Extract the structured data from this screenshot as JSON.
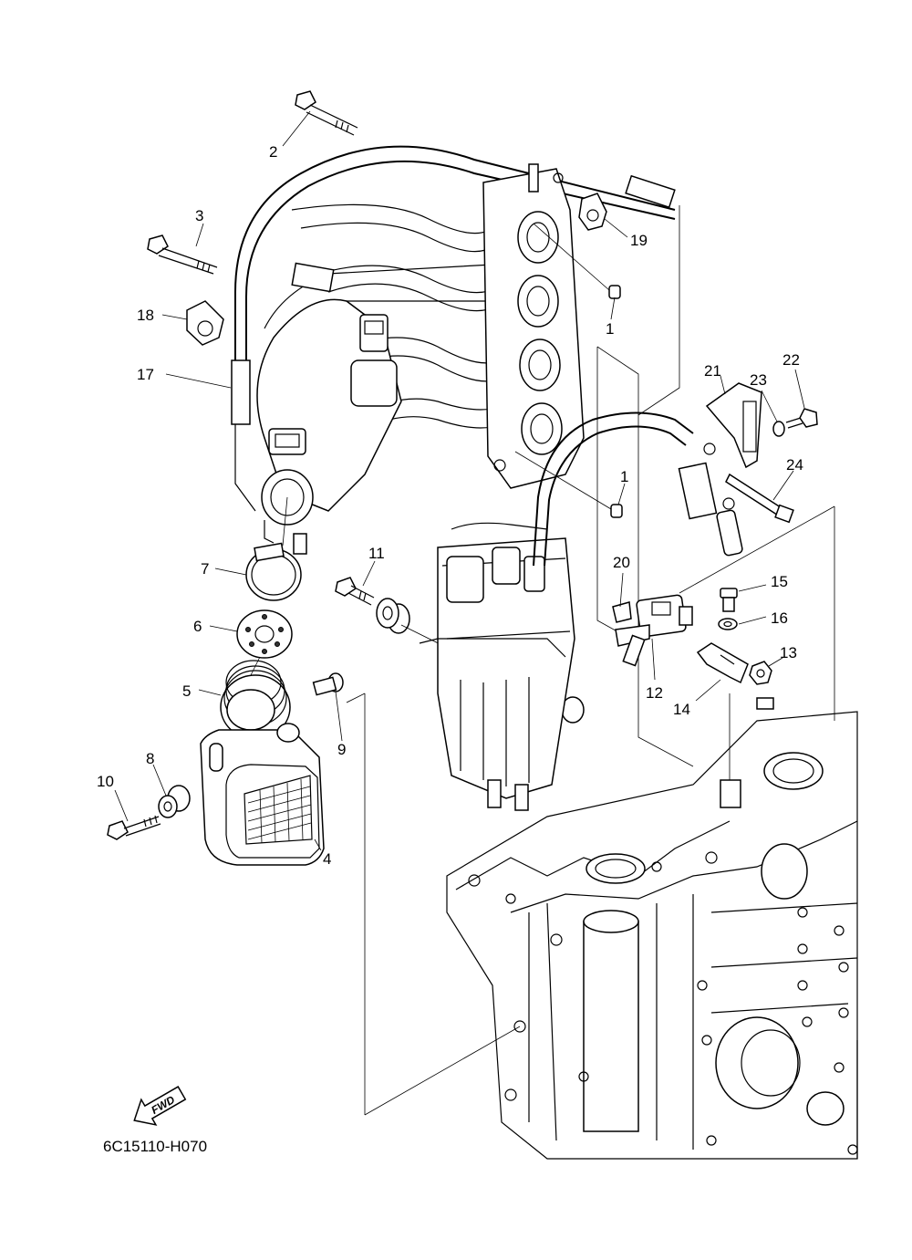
{
  "callouts": [
    {
      "number": "1"
    },
    {
      "number": "1"
    },
    {
      "number": "2"
    },
    {
      "number": "3"
    },
    {
      "number": "4"
    },
    {
      "number": "5"
    },
    {
      "number": "6"
    },
    {
      "number": "7"
    },
    {
      "number": "8"
    },
    {
      "number": "9"
    },
    {
      "number": "10"
    },
    {
      "number": "11"
    },
    {
      "number": "12"
    },
    {
      "number": "13"
    },
    {
      "number": "14"
    },
    {
      "number": "15"
    },
    {
      "number": "16"
    },
    {
      "number": "17"
    },
    {
      "number": "18"
    },
    {
      "number": "19"
    },
    {
      "number": "20"
    },
    {
      "number": "21"
    },
    {
      "number": "22"
    },
    {
      "number": "23"
    },
    {
      "number": "24"
    }
  ],
  "direction_arrow": {
    "label": "FWD",
    "icon": "fwd-arrow-icon"
  },
  "drawing_code": "6C15110-H070"
}
